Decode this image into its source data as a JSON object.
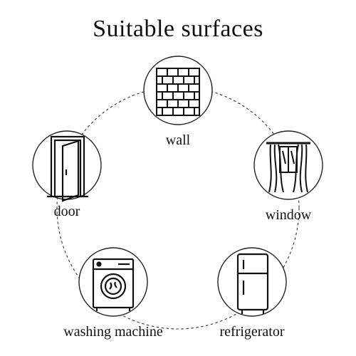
{
  "title": "Suitable surfaces",
  "surfaces": [
    {
      "label": "wall",
      "icon": "brick-wall-icon"
    },
    {
      "label": "window",
      "icon": "window-curtain-icon"
    },
    {
      "label": "refrigerator",
      "icon": "refrigerator-icon"
    },
    {
      "label": "washing machine",
      "icon": "washing-machine-icon"
    },
    {
      "label": "door",
      "icon": "door-icon"
    }
  ]
}
